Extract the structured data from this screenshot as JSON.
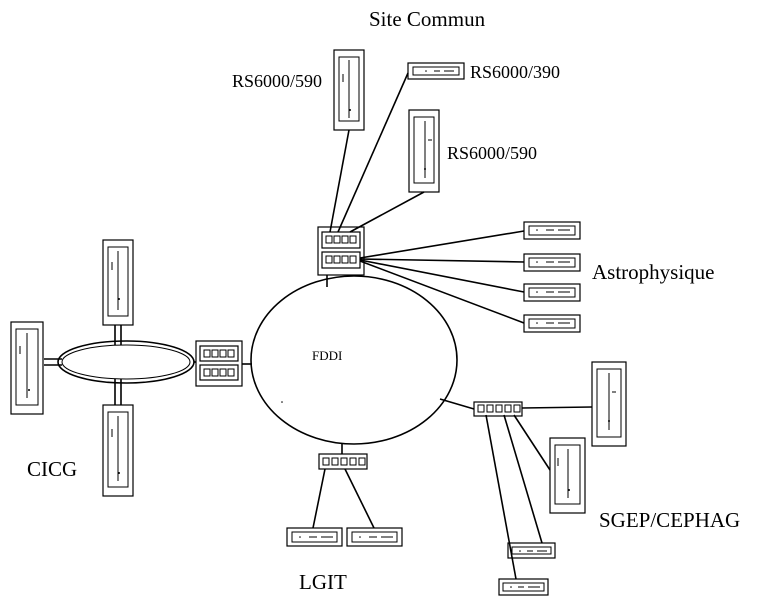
{
  "labels": {
    "site_commun": "Site Commun",
    "rs6000_590_left": "RS6000/590",
    "rs6000_390": "RS6000/390",
    "rs6000_590_right": "RS6000/590",
    "astrophysique": "Astrophysique",
    "fddi": "FDDI",
    "cicg": "CICG",
    "sgep_cephag": "SGEP/CEPHAG",
    "lgit": "LGIT"
  }
}
